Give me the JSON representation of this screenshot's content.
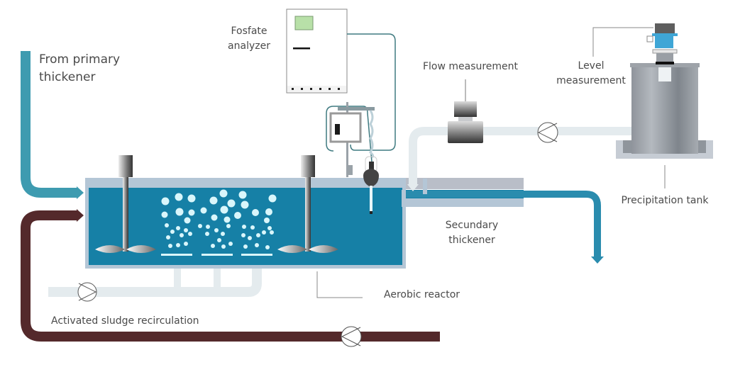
{
  "labels": {
    "from_primary_line1": "From primary",
    "from_primary_line2": "thickener",
    "fosfate_line1": "Fosfate",
    "fosfate_line2": "analyzer",
    "flow_measurement": "Flow measurement",
    "level_line1": "Level",
    "level_line2": "measurement",
    "precipitation_tank": "Precipitation tank",
    "secundary_line1": "Secundary",
    "secundary_line2": "thickener",
    "aerobic_reactor": "Aerobic reactor",
    "activated_sludge": "Activated sludge recirculation"
  },
  "colors": {
    "water": "#1680a6",
    "inflow_pipe": "#3e9bb0",
    "sludge_pipe": "#54292b",
    "air_pipe": "#e4ebee",
    "outflow_pipe": "#2a8cae",
    "tank_wall": "#b4c6d6",
    "tank_rim": "#b9bec8",
    "bubble": "#d9f6fb",
    "analyzer_cable": "#3f7a80",
    "analyzer_screen": "#b8e0a8",
    "level_sensor": "#3fa6d6"
  }
}
